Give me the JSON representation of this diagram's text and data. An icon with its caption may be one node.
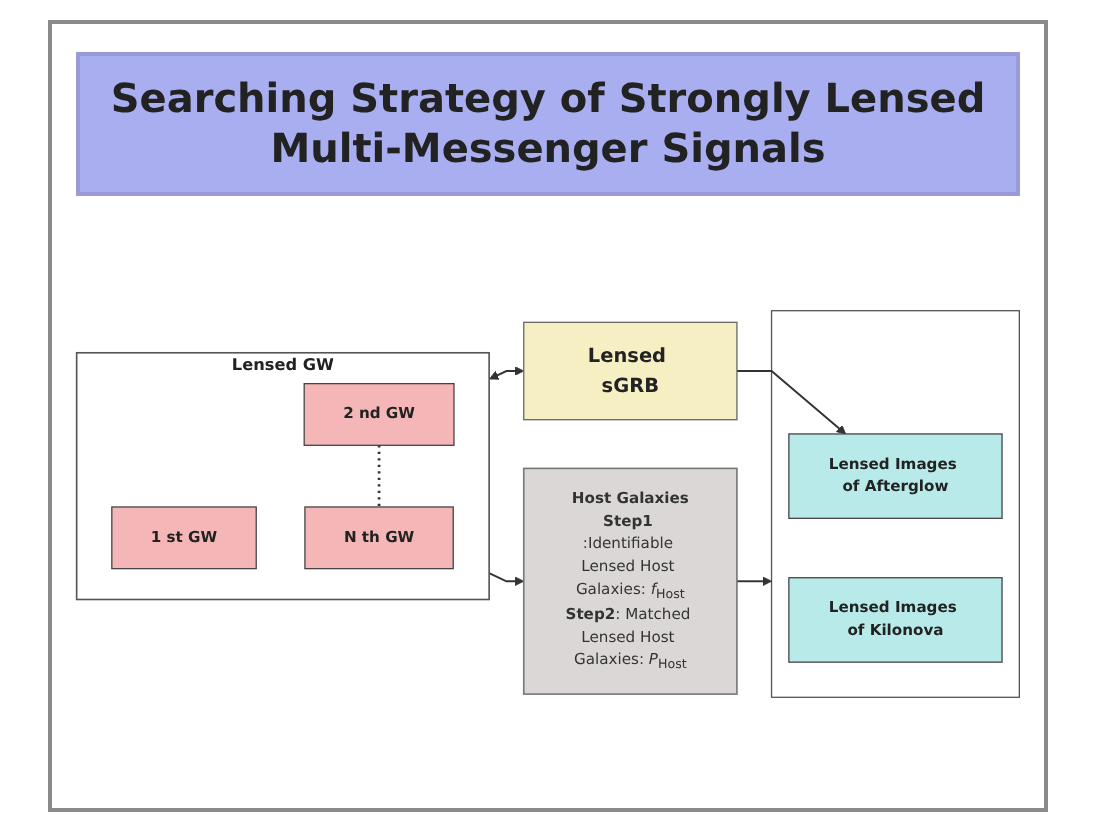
{
  "diagram": {
    "title": "Searching Strategy of Strongly Lensed Multi-Messenger Signals",
    "nodes": [
      {
        "text": [
          "Lensed GW"
        ]
      },
      {
        "text": [
          "1 st GW"
        ],
        "in": 0
      },
      {
        "text": [
          "2 nd GW"
        ],
        "in": 0
      },
      {
        "text": [
          "N th GW"
        ],
        "in": 0
      },
      {
        "text": [
          "Lensed sGRB"
        ]
      },
      {
        "text": [
          "Host Galaxies",
          "**Step1** :Identifiable Lensed Host Galaxies: *f*$_{Host}$",
          "**Step2**: Matched Lensed Host Galaxies: *P*$_{Host}$"
        ]
      },
      {
        "text": [],
        "shape": "box"
      },
      {
        "text": [
          "Lensed Images of Afterglow"
        ],
        "in": 6
      },
      {
        "text": [
          "Lensed Images of Kilonova"
        ],
        "in": 6
      }
    ],
    "edges": [
      {
        "from": 0,
        "to": 4,
        "arrow": "both"
      },
      {
        "from": 2,
        "to": 3,
        "arrow": "none",
        "style": "dashed"
      },
      {
        "from": 0,
        "to": 5,
        "arrow": "to"
      },
      {
        "from": 4,
        "to": 7,
        "arrow": "to"
      },
      {
        "from": 5,
        "to": 6,
        "arrow": "to"
      }
    ]
  }
}
